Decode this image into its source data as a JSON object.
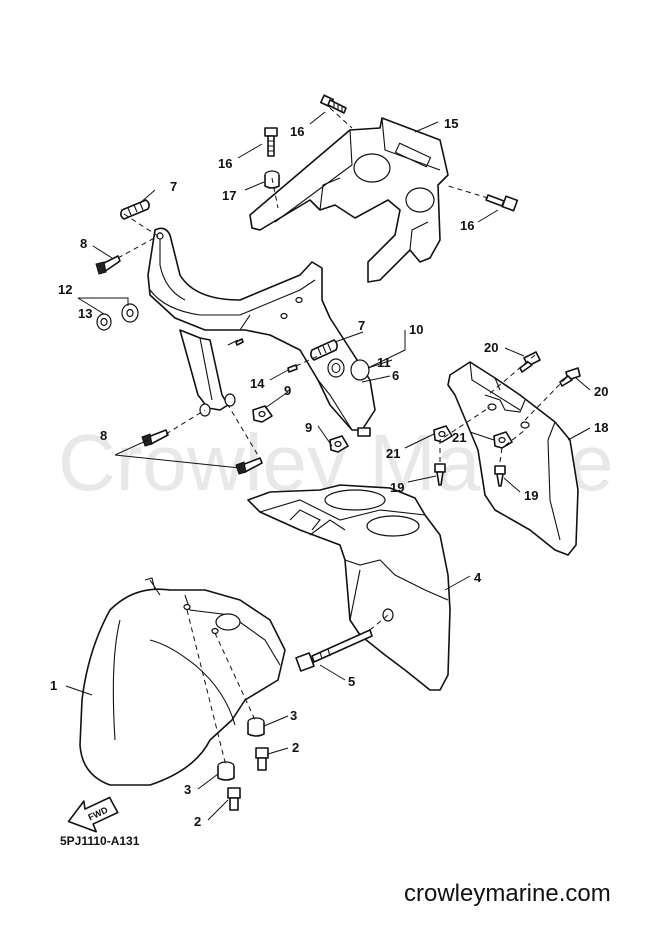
{
  "watermark": "Crowley Marine",
  "reference_code": "5PJ1110-A131",
  "website": "crowleymarine.com",
  "fwd_label": "FWD",
  "callouts": {
    "c1": "1",
    "c2a": "2",
    "c2b": "2",
    "c3a": "3",
    "c3b": "3",
    "c4": "4",
    "c5": "5",
    "c6": "6",
    "c7a": "7",
    "c7b": "7",
    "c8a": "8",
    "c8b": "8",
    "c9a": "9",
    "c9b": "9",
    "c10": "10",
    "c11": "11",
    "c12": "12",
    "c13": "13",
    "c14": "14",
    "c15": "15",
    "c16a": "16",
    "c16b": "16",
    "c16c": "16",
    "c17": "17",
    "c18": "18",
    "c19a": "19",
    "c19b": "19",
    "c20a": "20",
    "c20b": "20",
    "c21a": "21",
    "c21b": "21"
  }
}
